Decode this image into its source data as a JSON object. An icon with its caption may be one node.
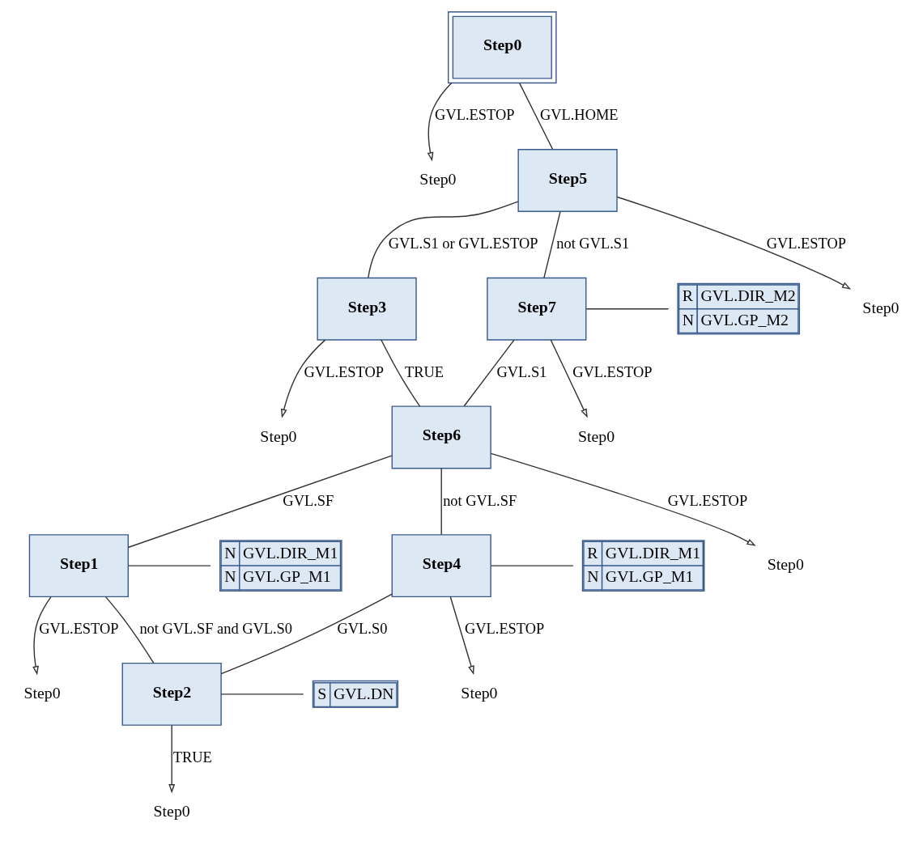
{
  "diagram": {
    "nodes": [
      {
        "text": [
          "Step0"
        ]
      },
      {
        "text": [
          "Step0"
        ]
      },
      {
        "text": [
          "Step5"
        ]
      },
      {
        "text": [
          "Step3"
        ]
      },
      {
        "text": [
          "Step7"
        ]
      },
      {
        "text": [
          "R",
          "GVL.DIR_M2",
          "N",
          "GVL.GP_M2"
        ]
      },
      {
        "text": [
          "Step0"
        ]
      },
      {
        "text": [
          "Step0"
        ]
      },
      {
        "text": [
          "Step0"
        ]
      },
      {
        "text": [
          "Step6"
        ]
      },
      {
        "text": [
          "Step1"
        ]
      },
      {
        "text": [
          "N",
          "GVL.DIR_M1",
          "N",
          "GVL.GP_M1"
        ]
      },
      {
        "text": [
          "Step4"
        ]
      },
      {
        "text": [
          "R",
          "GVL.DIR_M1",
          "N",
          "GVL.GP_M1"
        ]
      },
      {
        "text": [
          "Step0"
        ]
      },
      {
        "text": [
          "Step0"
        ]
      },
      {
        "text": [
          "Step0"
        ]
      },
      {
        "text": [
          "Step2"
        ]
      },
      {
        "text": [
          "S",
          "GVL.DN"
        ]
      },
      {
        "text": [
          "Step0"
        ]
      }
    ],
    "edges": [
      {
        "from": 0,
        "to": 2,
        "arrow": "none",
        "label": "GVL.HOME"
      },
      {
        "from": 0,
        "to": 1,
        "arrow": "to",
        "label": "GVL.ESTOP"
      },
      {
        "from": 2,
        "to": 3,
        "arrow": "none",
        "label": "GVL.S1 or GVL.ESTOP"
      },
      {
        "from": 2,
        "to": 4,
        "arrow": "none",
        "label": "not GVL.S1"
      },
      {
        "from": 2,
        "to": 6,
        "arrow": "to",
        "label": "GVL.ESTOP"
      },
      {
        "from": 4,
        "to": 5,
        "arrow": "none"
      },
      {
        "from": 3,
        "to": 9,
        "arrow": "none",
        "label": "TRUE"
      },
      {
        "from": 3,
        "to": 7,
        "arrow": "to",
        "label": "GVL.ESTOP"
      },
      {
        "from": 4,
        "to": 9,
        "arrow": "none",
        "label": "GVL.S1"
      },
      {
        "from": 4,
        "to": 8,
        "arrow": "to",
        "label": "GVL.ESTOP"
      },
      {
        "from": 9,
        "to": 10,
        "arrow": "none",
        "label": "GVL.SF"
      },
      {
        "from": 9,
        "to": 12,
        "arrow": "none",
        "label": "not GVL.SF"
      },
      {
        "from": 9,
        "to": 14,
        "arrow": "to",
        "label": "GVL.ESTOP"
      },
      {
        "from": 10,
        "to": 11,
        "arrow": "none"
      },
      {
        "from": 12,
        "to": 13,
        "arrow": "none"
      },
      {
        "from": 10,
        "to": 17,
        "arrow": "none",
        "label": "not GVL.SF and GVL.S0"
      },
      {
        "from": 10,
        "to": 15,
        "arrow": "to",
        "label": "GVL.ESTOP"
      },
      {
        "from": 12,
        "to": 17,
        "arrow": "none",
        "label": "GVL.S0"
      },
      {
        "from": 12,
        "to": 16,
        "arrow": "to",
        "label": "GVL.ESTOP"
      },
      {
        "from": 17,
        "to": 18,
        "arrow": "none"
      },
      {
        "from": 17,
        "to": 19,
        "arrow": "to",
        "label": "TRUE"
      }
    ]
  }
}
